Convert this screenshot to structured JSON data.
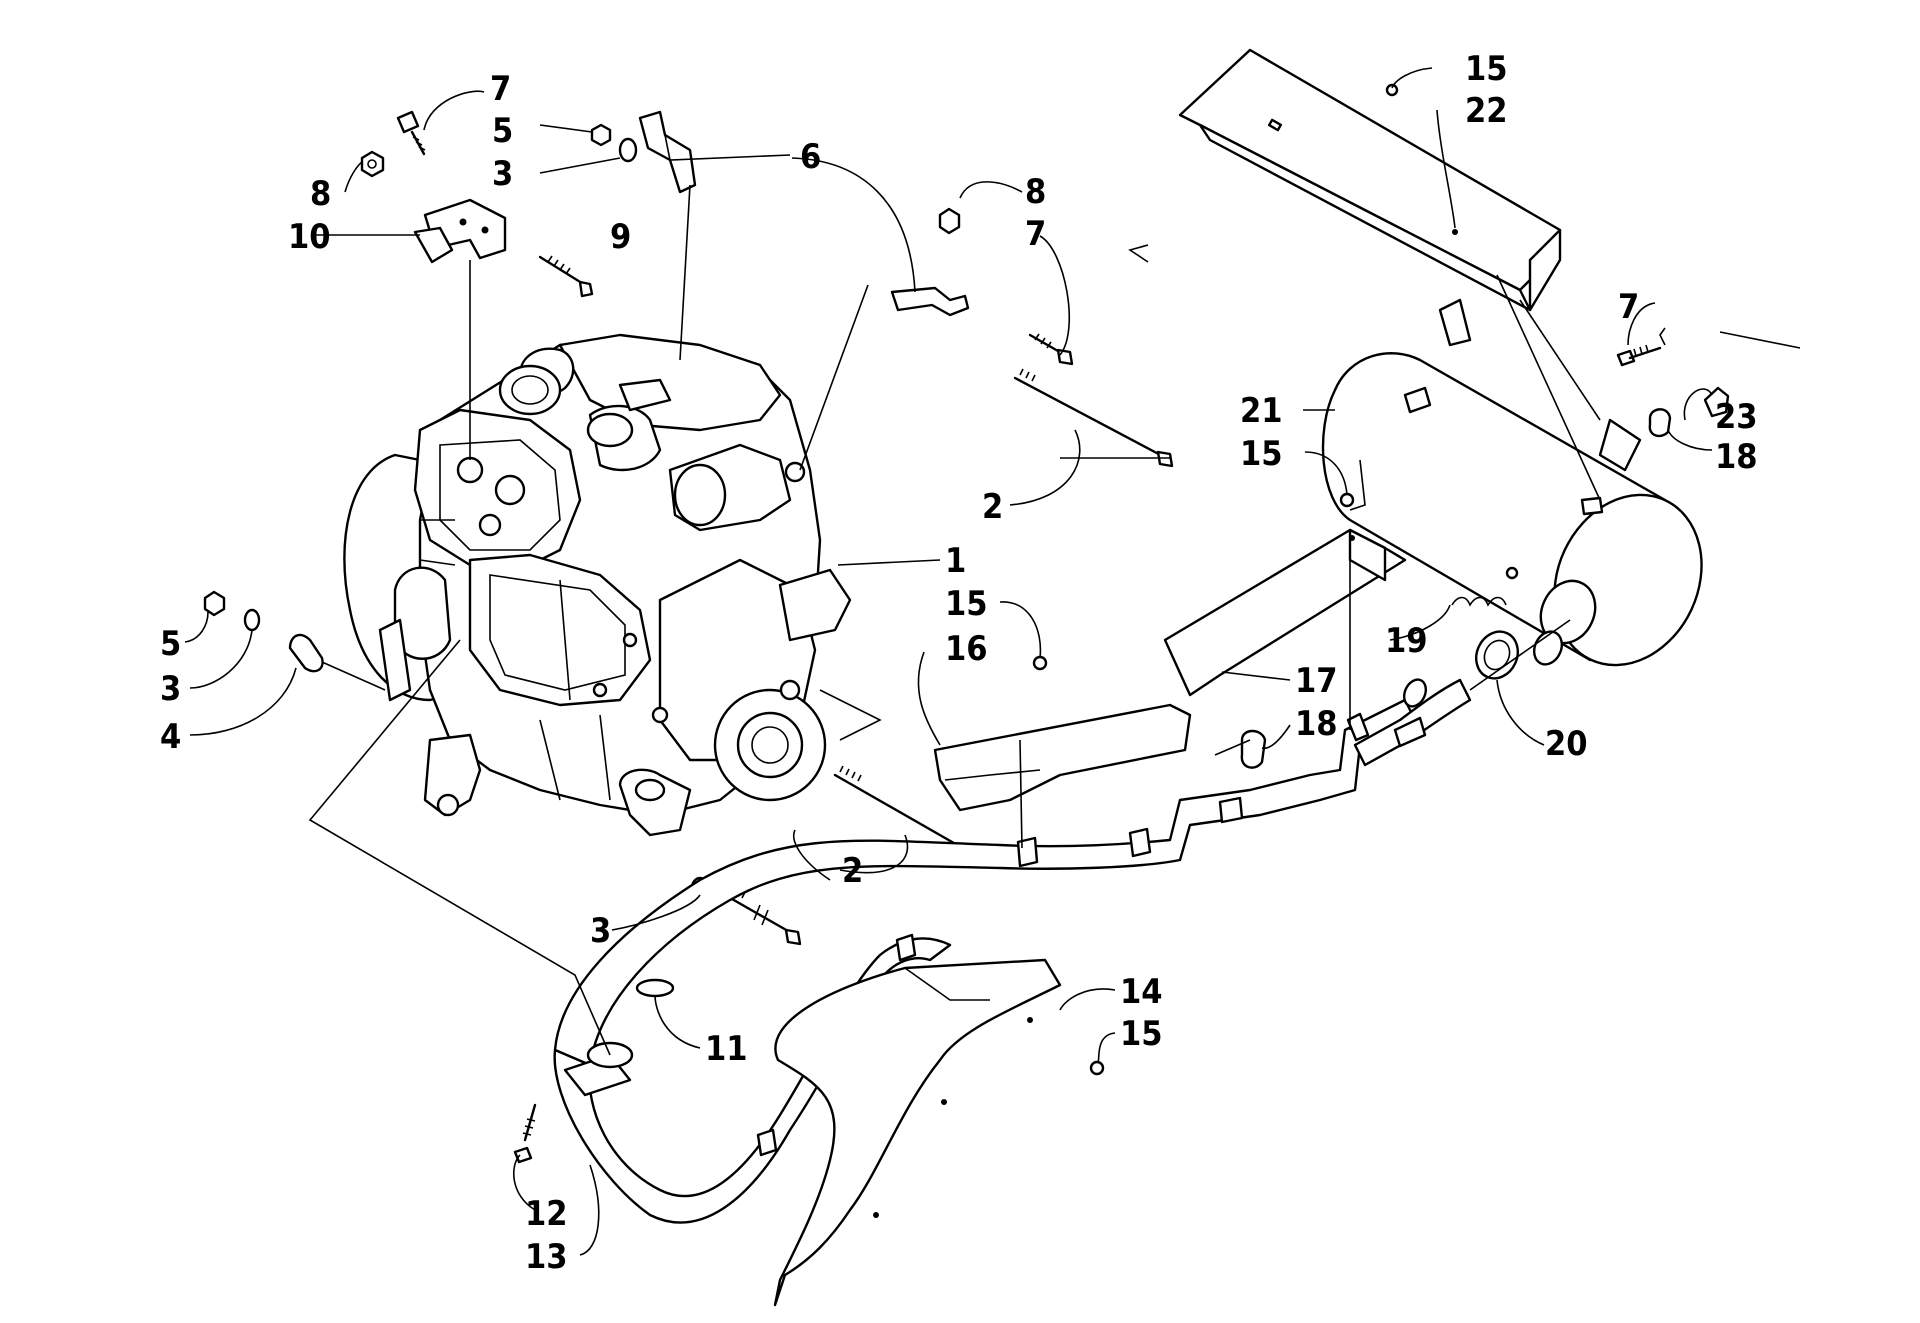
{
  "callouts": [
    {
      "id": "c7a",
      "text": "7"
    },
    {
      "id": "c5a",
      "text": "5"
    },
    {
      "id": "c3a",
      "text": "3"
    },
    {
      "id": "c6",
      "text": "6"
    },
    {
      "id": "c8a",
      "text": "8"
    },
    {
      "id": "c10",
      "text": "10"
    },
    {
      "id": "c9",
      "text": "9"
    },
    {
      "id": "c8b",
      "text": "8"
    },
    {
      "id": "c7b",
      "text": "7"
    },
    {
      "id": "c15a",
      "text": "15"
    },
    {
      "id": "c22",
      "text": "22"
    },
    {
      "id": "c7c",
      "text": "7"
    },
    {
      "id": "c23",
      "text": "23"
    },
    {
      "id": "c18a",
      "text": "18"
    },
    {
      "id": "c21",
      "text": "21"
    },
    {
      "id": "c15b",
      "text": "15"
    },
    {
      "id": "c2a",
      "text": "2"
    },
    {
      "id": "c1",
      "text": "1"
    },
    {
      "id": "c15c",
      "text": "15"
    },
    {
      "id": "c16",
      "text": "16"
    },
    {
      "id": "c19",
      "text": "19"
    },
    {
      "id": "c17",
      "text": "17"
    },
    {
      "id": "c18b",
      "text": "18"
    },
    {
      "id": "c20",
      "text": "20"
    },
    {
      "id": "c5b",
      "text": "5"
    },
    {
      "id": "c3b",
      "text": "3"
    },
    {
      "id": "c4",
      "text": "4"
    },
    {
      "id": "c2b",
      "text": "2"
    },
    {
      "id": "c3c",
      "text": "3"
    },
    {
      "id": "c14",
      "text": "14"
    },
    {
      "id": "c15d",
      "text": "15"
    },
    {
      "id": "c11",
      "text": "11"
    },
    {
      "id": "c12",
      "text": "12"
    },
    {
      "id": "c13",
      "text": "13"
    }
  ]
}
